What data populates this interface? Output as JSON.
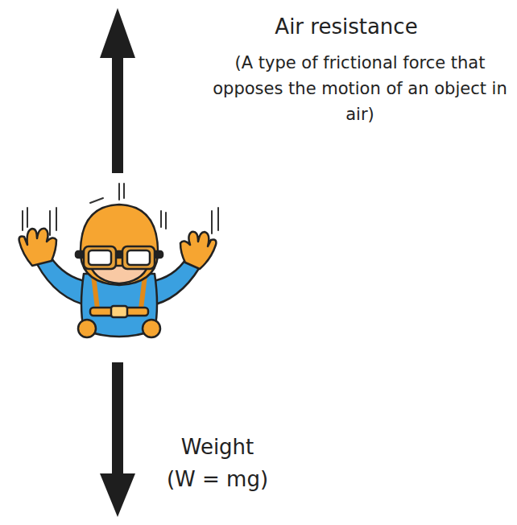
{
  "diagram": {
    "labels": [
      "Air resistance",
      "(A type of frictional force that opposes the motion of an object in air)",
      "Weight",
      "(W = mg)"
    ]
  }
}
